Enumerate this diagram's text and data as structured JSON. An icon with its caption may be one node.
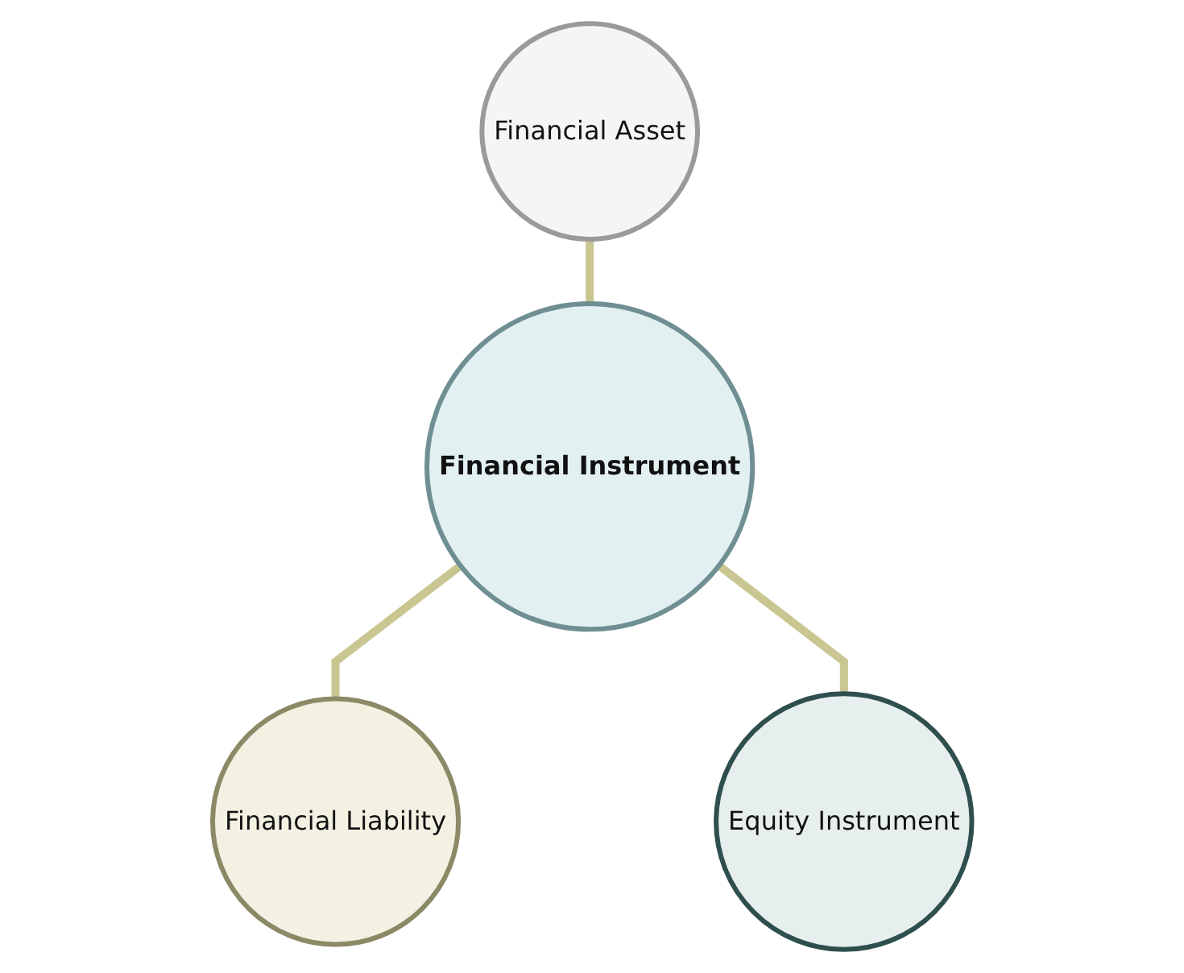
{
  "diagram": {
    "nodes": [
      {
        "text": [
          "Financial Asset"
        ]
      },
      {
        "text": [
          "Financial Instrument"
        ]
      },
      {
        "text": [
          "Financial Liability"
        ]
      },
      {
        "text": [
          "Equity Instrument"
        ]
      }
    ],
    "edges": [
      {
        "from": 0,
        "to": 1,
        "arrow": "none"
      },
      {
        "from": 1,
        "to": 2,
        "arrow": "none"
      },
      {
        "from": 1,
        "to": 3,
        "arrow": "none"
      }
    ]
  }
}
